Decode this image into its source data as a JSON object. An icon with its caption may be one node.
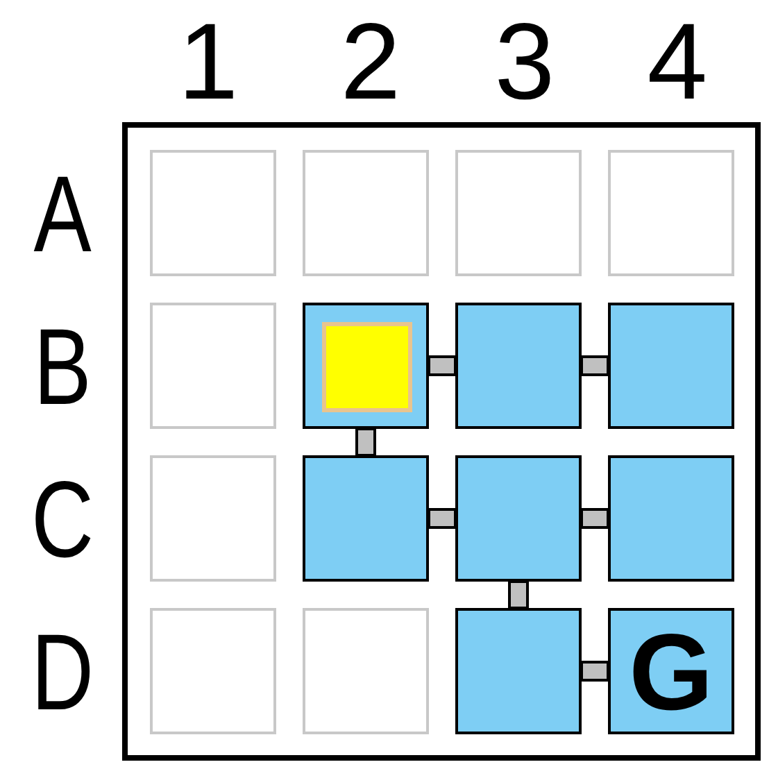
{
  "diagram": {
    "nodes": [
      {
        "text": [],
        "shape": "box"
      },
      {
        "text": [],
        "shape": "box",
        "in": 0
      },
      {
        "text": [],
        "shape": "box",
        "in": 0
      },
      {
        "text": [],
        "shape": "box",
        "in": 0
      },
      {
        "text": [],
        "shape": "box",
        "in": 0
      },
      {
        "text": [],
        "shape": "box",
        "in": 0
      },
      {
        "text": [],
        "shape": "box",
        "in": 0
      },
      {
        "text": [],
        "shape": "box",
        "in": 6
      },
      {
        "text": [],
        "shape": "box",
        "in": 0
      },
      {
        "text": [],
        "shape": "box",
        "in": 0
      },
      {
        "text": [],
        "shape": "box",
        "in": 0
      },
      {
        "text": [],
        "shape": "box",
        "in": 0
      },
      {
        "text": [],
        "shape": "box",
        "in": 0
      },
      {
        "text": [],
        "shape": "box",
        "in": 0
      },
      {
        "text": [],
        "shape": "box",
        "in": 0
      },
      {
        "text": [],
        "shape": "box",
        "in": 0
      },
      {
        "text": [],
        "shape": "box",
        "in": 0
      },
      {
        "text": [
          "G"
        ],
        "in": 0
      }
    ],
    "edges": [
      {
        "from": 6,
        "to": 8,
        "arrow": "none"
      },
      {
        "from": 8,
        "to": 9,
        "arrow": "none"
      },
      {
        "from": 6,
        "to": 11,
        "arrow": "none"
      },
      {
        "from": 11,
        "to": 12,
        "arrow": "none"
      },
      {
        "from": 12,
        "to": 13,
        "arrow": "none"
      },
      {
        "from": 12,
        "to": 16,
        "arrow": "none"
      },
      {
        "from": 16,
        "to": 17,
        "arrow": "none"
      }
    ],
    "labels": [
      "1",
      "2",
      "3",
      "4",
      "A",
      "B",
      "C",
      "D"
    ]
  }
}
